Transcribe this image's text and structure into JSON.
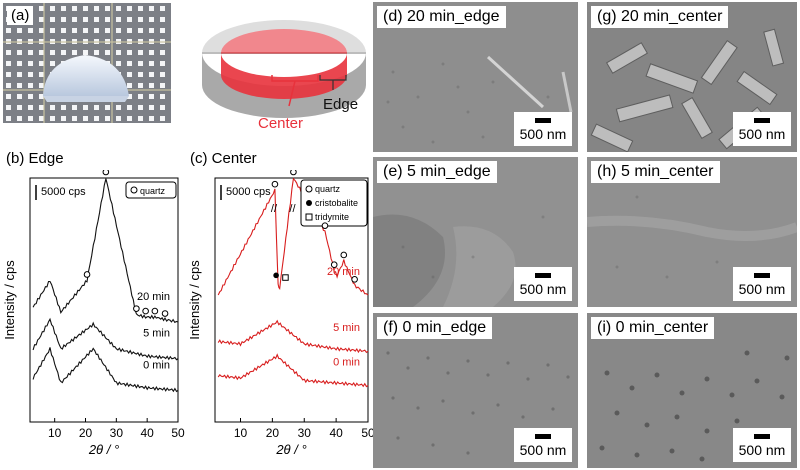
{
  "photo": {
    "label": "(a)"
  },
  "schematic": {
    "center_label": "Center",
    "edge_label": "Edge",
    "center_color": "#e8323c"
  },
  "xrd_edge": {
    "panel_label": "(b) Edge",
    "scale": "5000 cps",
    "legend": "quartz",
    "ylabel": "Intensity / cps",
    "xlabel": "2θ / °",
    "ticks": [
      "10",
      "20",
      "30",
      "40",
      "50"
    ],
    "trace_labels": [
      "20 min",
      "5 min",
      "0 min"
    ]
  },
  "xrd_center": {
    "panel_label": "(c) Center",
    "scale": "5000 cps",
    "legend": [
      "quartz",
      "cristobalite",
      "tridymite"
    ],
    "ylabel": "Intensity / cps",
    "xlabel": "2θ / °",
    "ticks": [
      "10",
      "20",
      "30",
      "40",
      "50"
    ],
    "trace_labels": [
      "20 min",
      "5 min",
      "0 min"
    ]
  },
  "sem": {
    "d": {
      "title": "(d) 20 min_edge",
      "scale": "500 nm"
    },
    "e": {
      "title": "(e) 5 min_edge",
      "scale": "500 nm"
    },
    "f": {
      "title": "(f) 0 min_edge",
      "scale": "500 nm"
    },
    "g": {
      "title": "(g) 20 min_center",
      "scale": "500 nm"
    },
    "h": {
      "title": "(h) 5 min_center",
      "scale": "500 nm"
    },
    "i": {
      "title": "(i) 0 min_center",
      "scale": "500 nm"
    }
  },
  "colors": {
    "edge_trace": "#111111",
    "center_trace": "#d81e1e"
  },
  "chart_data": [
    {
      "type": "line",
      "title": "(b) Edge",
      "xlabel": "2θ / °",
      "ylabel": "Intensity / cps",
      "xlim": [
        2,
        50
      ],
      "series": [
        {
          "name": "20 min",
          "x": [
            3,
            8.5,
            12,
            20.5,
            26.6,
            36.5,
            39.5,
            42.5,
            45.8,
            50
          ],
          "y": [
            0.47,
            0.58,
            0.45,
            0.58,
            1.0,
            0.44,
            0.43,
            0.43,
            0.42,
            0.41
          ]
        },
        {
          "name": "5 min",
          "x": [
            3,
            8.5,
            12,
            22.5,
            30,
            40,
            50
          ],
          "y": [
            0.3,
            0.42,
            0.3,
            0.4,
            0.3,
            0.27,
            0.26
          ]
        },
        {
          "name": "0 min",
          "x": [
            3,
            8.5,
            12,
            22.5,
            30,
            40,
            50
          ],
          "y": [
            0.18,
            0.3,
            0.16,
            0.3,
            0.16,
            0.14,
            0.13
          ]
        }
      ]
    },
    {
      "type": "line",
      "title": "(c) Center",
      "xlabel": "2θ / °",
      "ylabel": "Intensity / cps",
      "xlim": [
        2,
        50
      ],
      "series": [
        {
          "name": "20 min",
          "x": [
            3,
            20.8,
            21.8,
            22.3,
            26.6,
            36.5,
            39.4,
            40.3,
            42.4,
            45.8,
            50
          ],
          "y": [
            0.52,
            0.95,
            0.56,
            0.55,
            1.0,
            0.78,
            0.62,
            0.6,
            0.66,
            0.56,
            0.52
          ]
        },
        {
          "name": "5 min",
          "x": [
            3,
            10,
            21.5,
            30,
            40,
            50
          ],
          "y": [
            0.33,
            0.32,
            0.41,
            0.32,
            0.3,
            0.29
          ]
        },
        {
          "name": "0 min",
          "x": [
            3,
            10,
            21.5,
            30,
            40,
            50
          ],
          "y": [
            0.19,
            0.18,
            0.27,
            0.17,
            0.16,
            0.15
          ]
        }
      ]
    }
  ]
}
